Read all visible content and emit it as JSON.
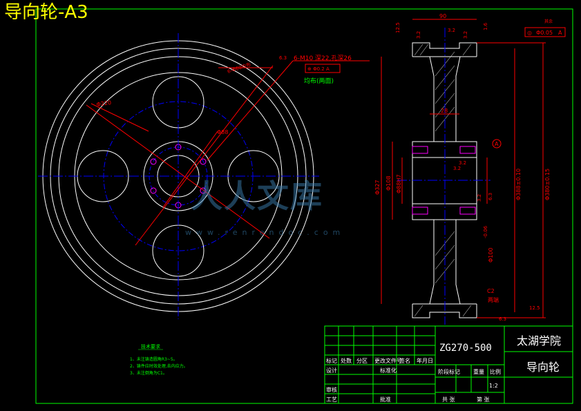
{
  "title": "导向轮-A3",
  "front_view": {
    "hole_note": "6-M10 深22,孔深26",
    "hole_tol": "⊕ Φ0.2 A",
    "hole_roughness": "6.3",
    "hole_distribute": "均布(两面)",
    "dia_220": "Φ220",
    "dia_88": "Φ88",
    "pitch_label": "6-Φ60均布"
  },
  "side_view": {
    "dim_top": "90",
    "dim_width": "28",
    "dim_12_5": "12.5",
    "dim_3_2a": "3.2",
    "dim_3_2b": "3.2",
    "dim_3_2c": "3.2",
    "dim_3_2d": "3.2",
    "dim_3_2e": "3.2",
    "dim_1_6": "1.6",
    "dia_327": "Φ327",
    "dia_108": "Φ108",
    "dia_88h": "Φ88H7",
    "dia_388": "Φ388±0.10",
    "dia_380": "Φ380±0.15",
    "dia_hub": "Φ100",
    "tol_hub": "-0.06",
    "chamfer": "C2",
    "chamfer_note": "两端",
    "datum": "A",
    "roughness_6_3": "6.3",
    "roughness_3_2": "3.2",
    "rough_bottom": "12.5",
    "rough_bottom2": "6.3",
    "gtol_sym": "◎",
    "gtol_value": "Φ0.05",
    "gtol_datum": "A",
    "rough_top_right": "其余"
  },
  "notes": {
    "heading": "技术要求",
    "line1": "1、未注铸造圆角R3~5。",
    "line2": "2、铸件应时效处理,去内应力。",
    "line3": "3、未注倒角为C1。"
  },
  "title_block": {
    "drawing_code": "ZG270-500",
    "school": "太湖学院",
    "part_name": "导向轮",
    "mark": "标记",
    "count": "处数",
    "zone": "分区",
    "change_doc": "更改文件号",
    "sign": "签名",
    "date": "年月日",
    "design": "设计",
    "standardize": "标准化",
    "stage_mark": "阶段标记",
    "weight": "重量",
    "scale": "比例",
    "scale_value": "1:2",
    "review": "审核",
    "process": "工艺",
    "approve": "批准",
    "sheet_total": "共 张",
    "sheet_no": "第 张"
  },
  "colors": {
    "outline": "#ffffff",
    "center": "#0000ff",
    "dimension": "#ff0000",
    "frame": "#00ff00",
    "title": "#ffff00",
    "text_cyan": "#00ffff"
  },
  "watermark": {
    "text": "www.renrendoc.com",
    "mark": "人人文库"
  }
}
